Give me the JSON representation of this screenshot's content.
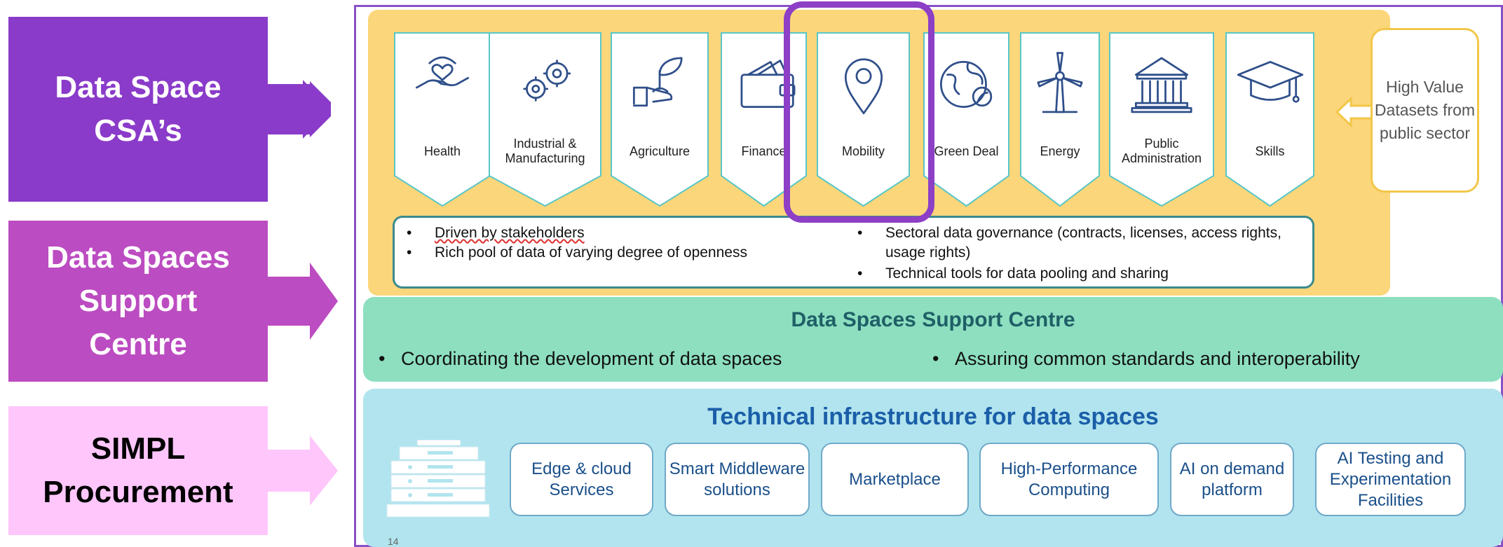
{
  "left_arrows": [
    {
      "label_lines": [
        "Data Space",
        "CSA’s"
      ],
      "color": "#8a3bc9",
      "text_color": "#ffffff"
    },
    {
      "label_lines": [
        "Data Spaces",
        "Support",
        "Centre"
      ],
      "color": "#bc4cc1",
      "text_color": "#ffffff"
    },
    {
      "label_lines": [
        "SIMPL",
        "Procurement"
      ],
      "color": "#ffc6fb",
      "text_color": "#000000"
    }
  ],
  "sectors": [
    {
      "label": "Health",
      "icon": "heart-hands-icon"
    },
    {
      "label": "Industrial & Manufacturing",
      "icon": "gears-icon"
    },
    {
      "label": "Agriculture",
      "icon": "plant-hand-icon"
    },
    {
      "label": "Finance",
      "icon": "wallet-icon"
    },
    {
      "label": "Mobility",
      "icon": "location-pin-icon"
    },
    {
      "label": "Green Deal",
      "icon": "globe-leaf-icon"
    },
    {
      "label": "Energy",
      "icon": "wind-turbine-icon"
    },
    {
      "label": "Public Administration",
      "icon": "government-building-icon"
    },
    {
      "label": "Skills",
      "icon": "graduation-cap-icon"
    }
  ],
  "sector_bullets_left": [
    "Driven by stakeholders",
    "Rich pool of data of varying degree of openness"
  ],
  "sector_bullets_right": [
    "Sectoral data governance (contracts, licenses, access rights, usage rights)",
    "Technical tools for data pooling and sharing"
  ],
  "high_value": "High Value Datasets from public sector",
  "support_centre": {
    "title": "Data Spaces Support Centre",
    "bullets": [
      "Coordinating the development of data spaces",
      "Assuring common standards and interoperability"
    ]
  },
  "technical": {
    "title": "Technical infrastructure for data spaces",
    "boxes": [
      "Edge & cloud Services",
      "Smart Middleware solutions",
      "Marketplace",
      "High-Performance Computing",
      "AI on demand platform",
      "AI Testing and Experimentation Facilities"
    ]
  },
  "colors": {
    "sector_panel": "#fbd67a",
    "support_panel": "#8ddfc0",
    "tech_panel": "#b1e4ee",
    "highlight": "#8d3fc6",
    "frame": "#8a50c8"
  },
  "page_number": "14"
}
